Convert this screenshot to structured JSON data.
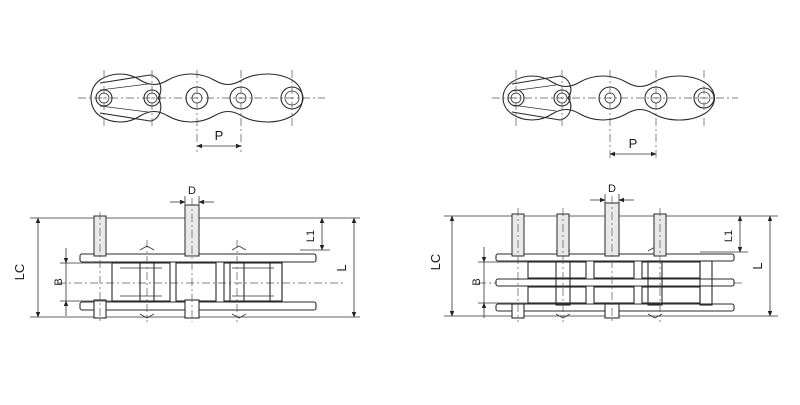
{
  "labels": {
    "pitch": "P",
    "pin_diameter": "D",
    "overall_length_c": "LC",
    "length": "L",
    "extension_length": "L1",
    "inner_width": "B"
  },
  "colors": {
    "line": "#2a2a2a",
    "background": "#ffffff"
  }
}
